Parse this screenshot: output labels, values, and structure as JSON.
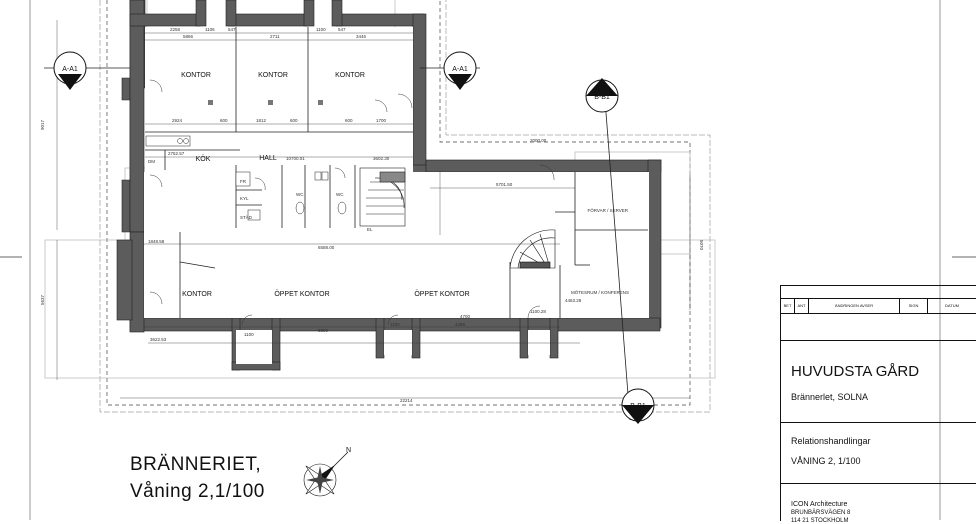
{
  "drawing": {
    "rooms": {
      "kontor1": "KONTOR",
      "kontor2": "KONTOR",
      "kontor3": "KONTOR",
      "kok": "KÖK",
      "hall": "HALL",
      "fr": "FR",
      "kyl": "KYL",
      "wc1": "WC",
      "wc2": "WC",
      "stad": "STÄD",
      "el": "EL",
      "dm": "DM",
      "forvar": "FÖRVAR / SERVER",
      "kontor4": "KONTOR",
      "oppet1": "ÖPPET KONTOR",
      "oppet2": "ÖPPET KONTOR",
      "motesrum": "MÖTESRUM / KONFERENS"
    },
    "section_markers": {
      "aa_left": "A-A1",
      "aa_right": "A-A1",
      "bb_top": "B-B1",
      "bb_bottom": "B-B1"
    },
    "dimensions": {
      "d1": "2258",
      "d2": "1106",
      "d3": "547",
      "d4": "1100",
      "d5": "547",
      "d6": "5866",
      "d7": "2711",
      "d8": "3446",
      "d9": "2924",
      "d10": "600",
      "d11": "1812",
      "d12": "600",
      "d13": "600",
      "d14": "1700",
      "d15": "2752.57",
      "d16": "10700.01",
      "d17": "3602.30",
      "d18": "5701.50",
      "d19": "1848.58",
      "d20": "6588.00",
      "d21": "3622.53",
      "d22": "1100",
      "d23": "6800",
      "d24": "1100",
      "d25": "4700",
      "d26": "4298",
      "d27": "1100.28",
      "d28": "4463.28",
      "d29": "22214",
      "d30": "9017",
      "d31": "5637",
      "d32": "2000.00",
      "d33": "5070"
    },
    "title_line1": "BRÄNNERIET,",
    "title_line2": "Våning 2,1/100",
    "north": "N"
  },
  "title_block": {
    "headers": [
      "BET",
      "ANT",
      "ÄNDRINGEN AVSER",
      "SIGN",
      "DATUM"
    ],
    "project": "HUVUDSTA GÅRD",
    "location": "Brännerlet, SOLNA",
    "doc_type": "Relationshandlingar",
    "sheet": "VÅNING 2, 1/100",
    "firm": "ICON Architecture",
    "address1": "BRUNBÄRSVÄGEN 8",
    "address2": "114 21 STOCKHOLM"
  }
}
